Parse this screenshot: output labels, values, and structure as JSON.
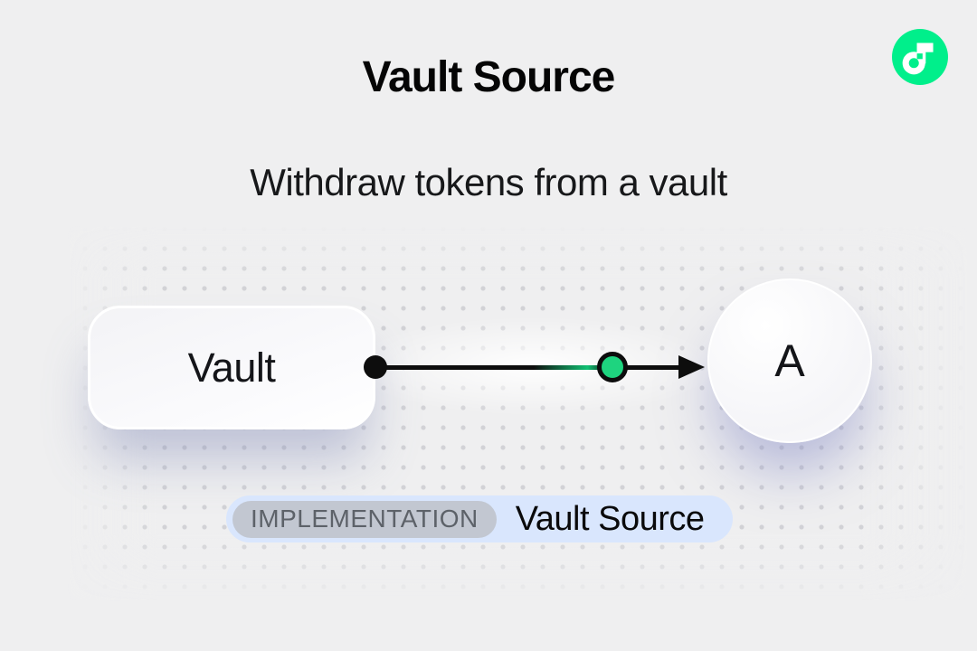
{
  "colors": {
    "background": "#efeff0",
    "ink": "#0d0d0d",
    "flow_green": "#00ef8b",
    "token_green": "#1ed47f",
    "badge_bg": "#d9e6fd",
    "tag_bg": "#c2c7d1",
    "tag_text": "#5d6269"
  },
  "header": {
    "title": "Vault Source",
    "subtitle": "Withdraw tokens from a vault"
  },
  "icons": {
    "logo": "flow-logo",
    "arrowhead": "arrowhead-right",
    "token_dot": "token-dot"
  },
  "diagram": {
    "source_node": {
      "label": "Vault"
    },
    "target_node": {
      "label": "A"
    }
  },
  "badge": {
    "tag": "IMPLEMENTATION",
    "label": "Vault Source"
  }
}
